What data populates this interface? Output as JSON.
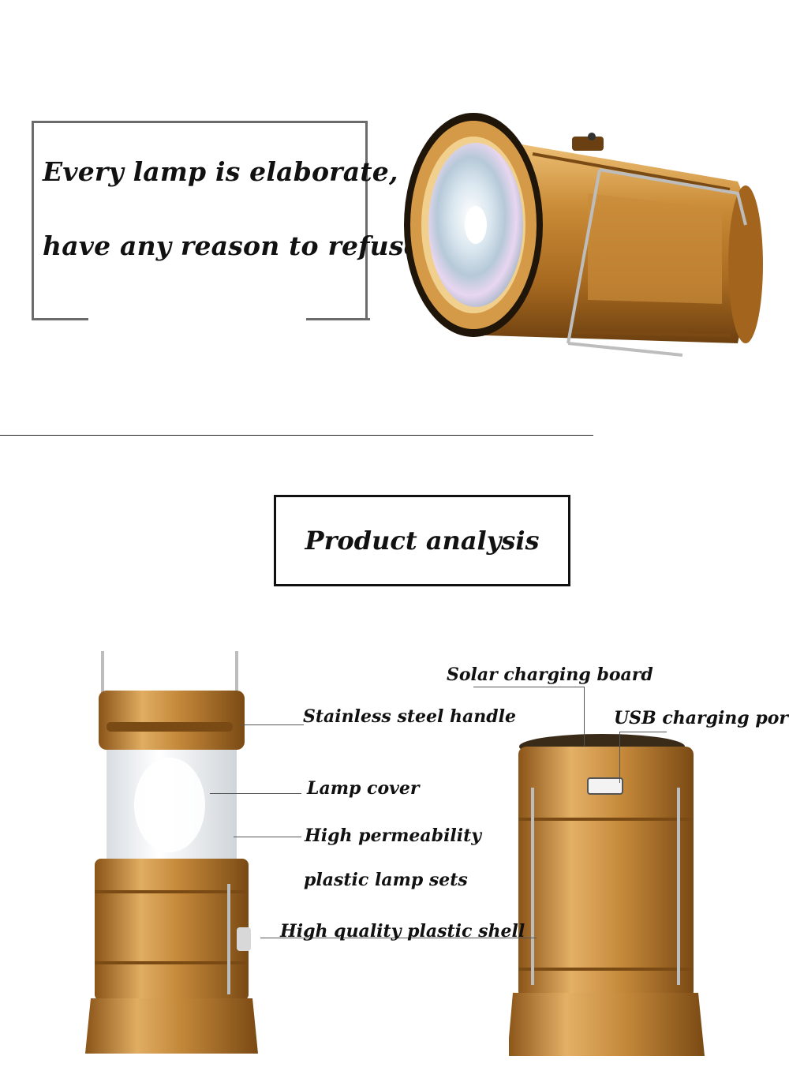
{
  "slogan": {
    "line1": "Every lamp is elaborate,",
    "line2": "have any reason to refuse",
    "mark": "?"
  },
  "title": "Product analysis",
  "labels": {
    "solar_board": "Solar charging board",
    "usb_port": "USB charging port",
    "handle": "Stainless steel handle",
    "lamp_cover": "Lamp cover",
    "permeability_1": "High permeability",
    "permeability_2": "plastic lamp sets",
    "shell": "High quality plastic shell"
  },
  "colors": {
    "gold": "#b8772a",
    "gold_light": "#e3b066",
    "gold_dark": "#7a4a14",
    "steel": "#c9c9c9"
  }
}
